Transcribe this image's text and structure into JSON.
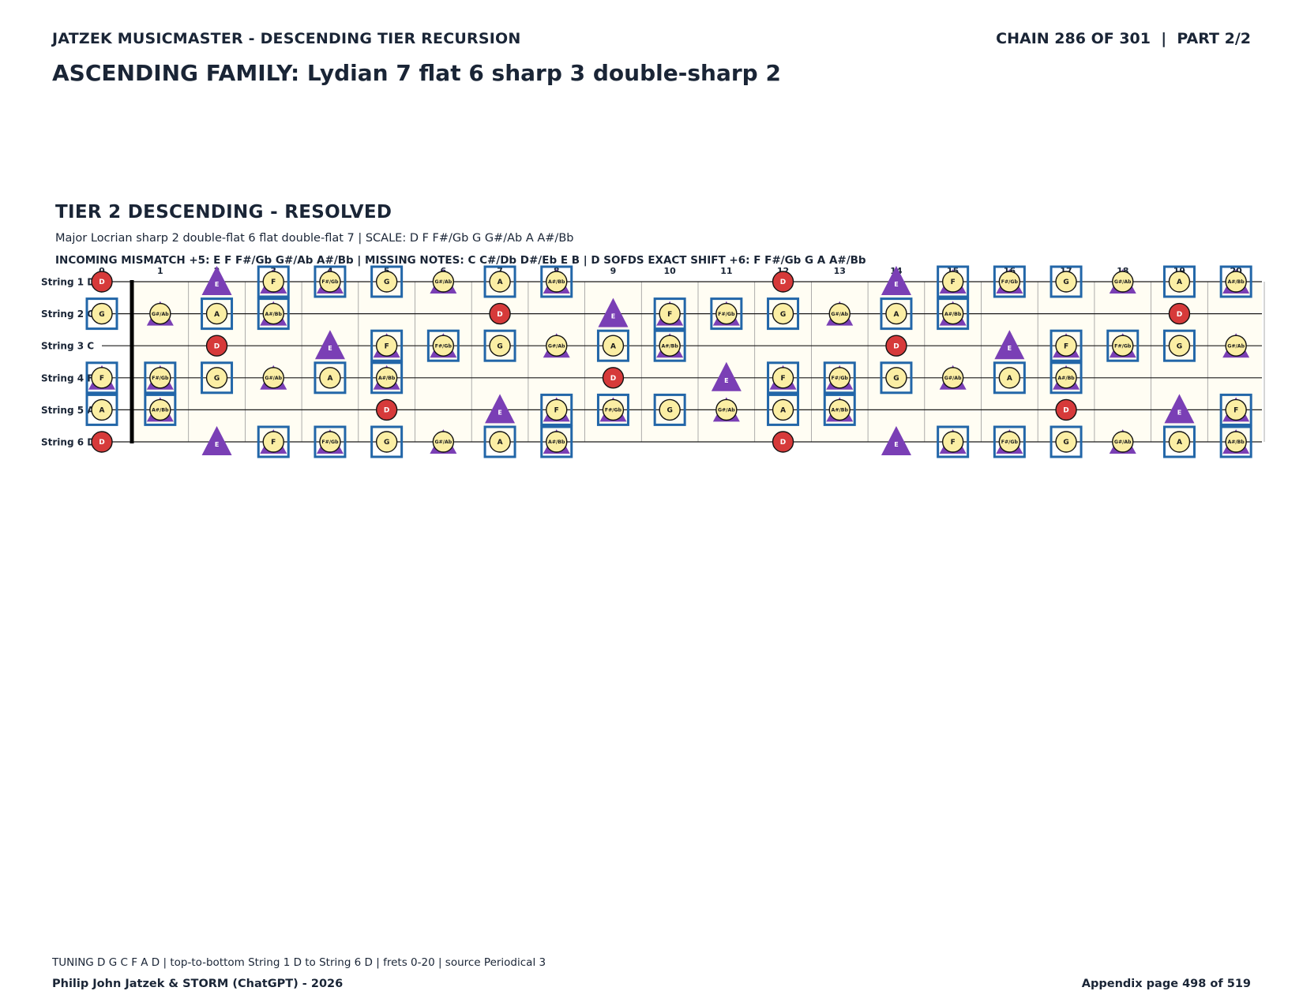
{
  "header": {
    "left": "JATZEK MUSICMASTER - DESCENDING TIER RECURSION",
    "right": "CHAIN 286 OF 301  |  PART 2/2",
    "title": "ASCENDING FAMILY: Lydian 7 flat 6 sharp 3 double-sharp 2"
  },
  "tier": {
    "title": "TIER 2 DESCENDING - RESOLVED",
    "subtitle": "Major Locrian sharp 2 double-flat 6 flat double-flat 7  |  SCALE: D F F#/Gb G G#/Ab A A#/Bb",
    "info": "INCOMING MISMATCH +5: E F F#/Gb G#/Ab A#/Bb  |  MISSING NOTES: C C#/Db D#/Eb E B  |  D SOFDS EXACT SHIFT +6: F F#/Gb G A A#/Bb"
  },
  "chart_data": {
    "type": "fretboard",
    "frets": [
      0,
      1,
      2,
      3,
      4,
      5,
      6,
      7,
      8,
      9,
      10,
      11,
      12,
      13,
      14,
      15,
      16,
      17,
      18,
      19,
      20
    ],
    "fret_labels": [
      "0",
      "1",
      "2",
      "3",
      "4",
      "5",
      "6",
      "7",
      "8",
      "9",
      "10",
      "11",
      "12",
      "13",
      "14",
      "15",
      "16",
      "17",
      "18",
      "19",
      "20"
    ],
    "strings": [
      {
        "label": "String 1 D",
        "open": "D"
      },
      {
        "label": "String 2 G",
        "open": "G"
      },
      {
        "label": "String 3 C",
        "open": "C"
      },
      {
        "label": "String 4 F",
        "open": "F"
      },
      {
        "label": "String 5 A",
        "open": "A"
      },
      {
        "label": "String 6 D",
        "open": "D"
      }
    ],
    "chromatic": [
      "C",
      "C#/Db",
      "D",
      "D#/Eb",
      "E",
      "F",
      "F#/Gb",
      "G",
      "G#/Ab",
      "A",
      "A#/Bb",
      "B"
    ],
    "root": "D",
    "scale": [
      "D",
      "F",
      "F#/Gb",
      "G",
      "G#/Ab",
      "A",
      "A#/Bb"
    ],
    "incoming_mismatch": [
      "E",
      "F",
      "F#/Gb",
      "G#/Ab",
      "A#/Bb"
    ],
    "exact_shift": [
      "F",
      "F#/Gb",
      "G",
      "A",
      "A#/Bb"
    ],
    "colors": {
      "board": "#fffdf3",
      "root_fill": "#d63a3a",
      "note_fill": "#fbeea4",
      "triangle": "#7a3fb5",
      "square": "#2266a8",
      "line": "#1a1a1a",
      "grid": "#999999"
    }
  },
  "footer": {
    "tuning": "TUNING D G C F A D | top-to-bottom String 1 D to String 6 D | frets 0-20 | source Periodical 3",
    "author": "Philip John Jatzek & STORM (ChatGPT) - 2026",
    "page": "Appendix page 498 of 519"
  }
}
